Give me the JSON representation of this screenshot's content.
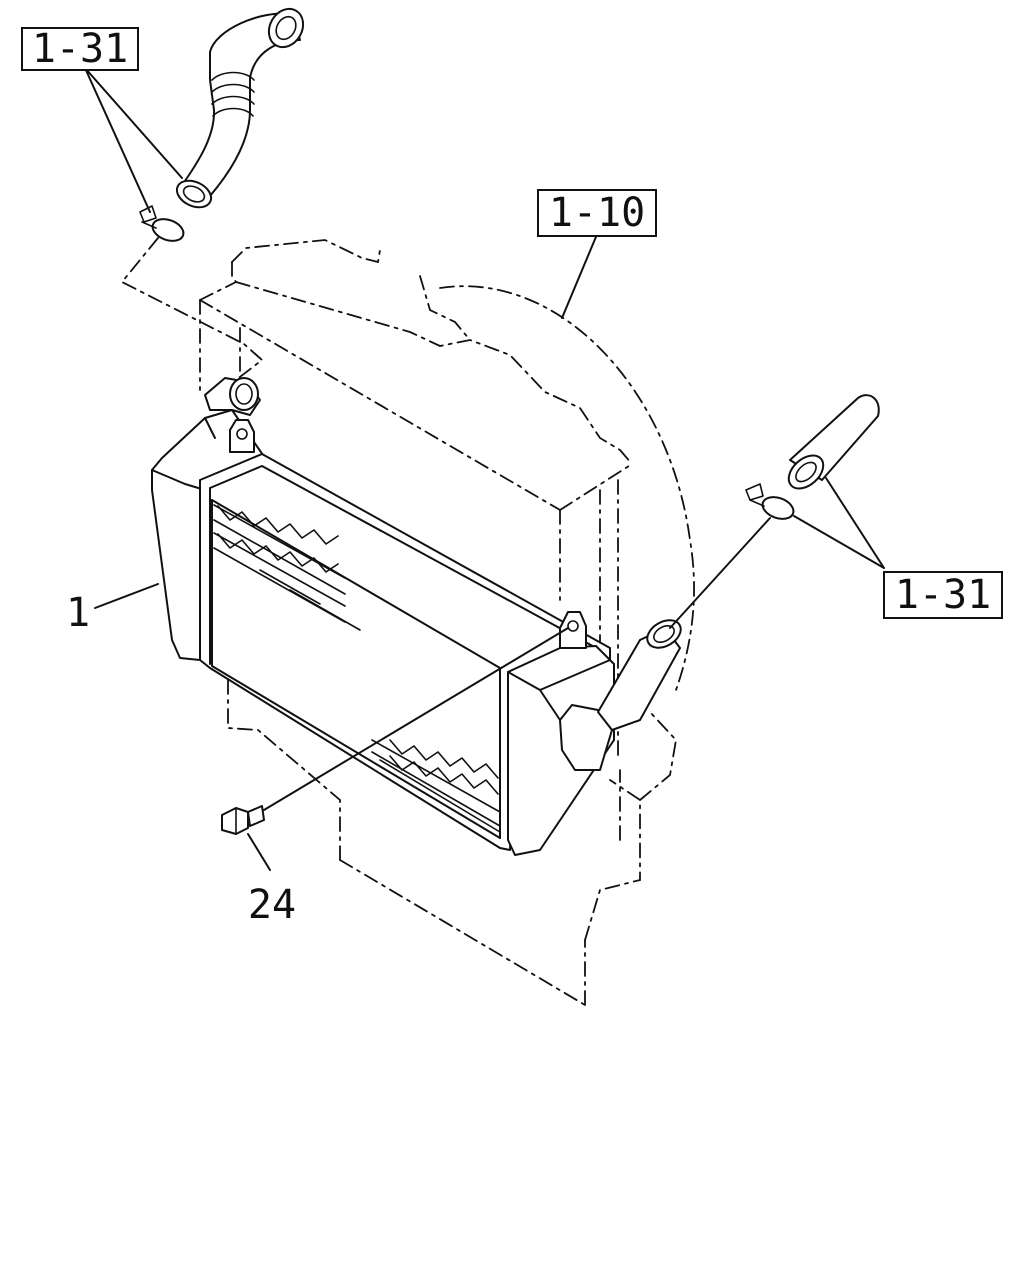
{
  "callouts": {
    "top_left": "1-31",
    "top_center": "1-10",
    "right": "1-31",
    "left_item": "1",
    "bolt": "24"
  }
}
